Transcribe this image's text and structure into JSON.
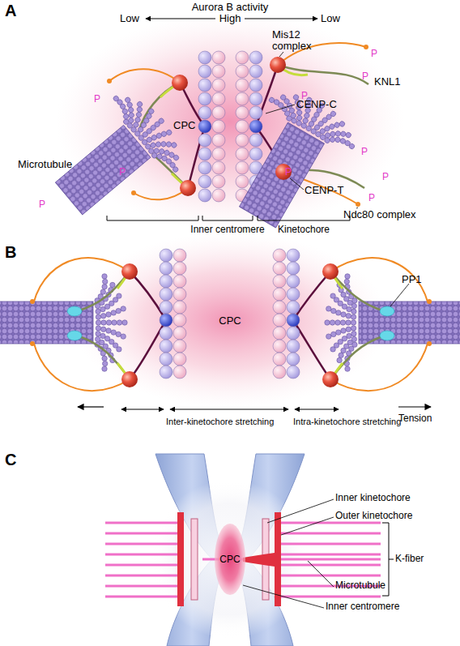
{
  "diagram": {
    "nodes": [
      {
        "text": [
          "CPC"
        ]
      }
    ],
    "labels": [
      "A",
      "Aurora B activity",
      "Low",
      "High",
      "Low",
      "Mis12 complex",
      "P",
      "P",
      "KNL1",
      "P",
      "P",
      "CENP-C",
      "CPC",
      "Microtubule",
      "P",
      "P",
      "P",
      "CENP-T",
      "P",
      "P",
      "P",
      "Ndc80 complex",
      "Inner centromere",
      "Kinetochore",
      "B",
      "PP1",
      "CPC",
      "Tension",
      "Inter-kinetochore stretching",
      "Intra-kinetochore stretching",
      "C",
      "Inner kinetochore",
      "Outer kinetochore",
      "K-fiber",
      "Microtubule",
      "Inner centromere"
    ]
  }
}
